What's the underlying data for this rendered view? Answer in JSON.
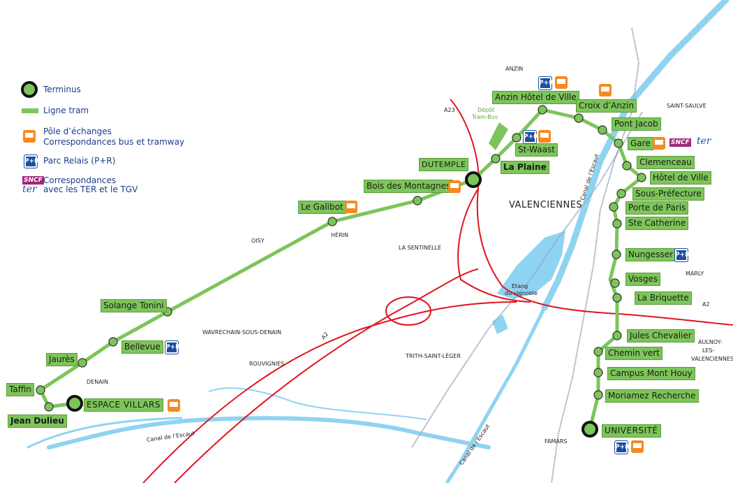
{
  "legend": {
    "terminus": "Terminus",
    "ligne_tram": "Ligne tram",
    "pole_title": "Pôle d’échanges",
    "pole_sub": "Correspondances bus et tramway",
    "parc_relais": "Parc Relais  (P+R)",
    "corr_title": "Correspondances",
    "corr_sub": "avec les TER et le TGV"
  },
  "logos": {
    "pr": "P+R",
    "sncf": "SNCF",
    "ter": "ter"
  },
  "colors": {
    "tram": "#7dc55a",
    "road": "#e0141e",
    "water": "#8fd3f2",
    "rail": "#9aa9bb",
    "legend_text": "#1c3a8c"
  },
  "stations": {
    "jean_dulieu": "Jean Dulieu",
    "espace_villars": "ESPACE VILLARS",
    "taffin": "Taffin",
    "jaures": "Jaurès",
    "bellevue": "Bellevue",
    "solange_tonini": "Solange Tonini",
    "le_galibot": "Le Galibot",
    "bois_des_montagnes": "Bois des Montagnes",
    "dutemple": "DUTEMPLE",
    "la_plaine": "La Plaine",
    "st_waast": "St-Waast",
    "anzin_hdv": "Anzin Hôtel de Ville",
    "croix_anzin": "Croix d’Anzin",
    "pont_jacob": "Pont Jacob",
    "gare": "Gare",
    "clemenceau": "Clemenceau",
    "hotel_de_ville": "Hôtel de Ville",
    "sous_prefecture": "Sous-Préfecture",
    "porte_de_paris": "Porte de Paris",
    "ste_catherine": "Ste Catherine",
    "nungesser": "Nungesser",
    "vosges": "Vosges",
    "la_briquette": "La Briquette",
    "jules_chevalier": "Jules Chevalier",
    "chemin_vert": "Chemin vert",
    "campus_mont_houy": "Campus Mont Houy",
    "moriamez": "Moriamez Recherche",
    "universite": "UNIVERSITÉ"
  },
  "places": {
    "anzin": "ANZIN",
    "saint_saulve": "SAINT-SAULVE",
    "valenciennes": "VALENCIENNES",
    "oisy": "OISY",
    "herin": "HÉRIN",
    "la_sentinelle": "LA SENTINELLE",
    "marly": "MARLY",
    "aulnoy1": "AULNOY-",
    "aulnoy2": "LES-",
    "aulnoy3": "VALENCIENNES",
    "wavrechain": "WAVRECHAIN-SOUS-DENAIN",
    "rouvignies": "ROUVIGNIES",
    "trith": "TRITH-SAINT-LÉGER",
    "denain": "DENAIN",
    "famars": "FAMARS"
  },
  "features": {
    "a23": "A23",
    "a2_west": "A2",
    "a2_east": "A2",
    "canal_sw": "Canal de l’Escaut",
    "canal_s": "Canal de l’Escaut",
    "canal_n": "Canal de l’Escaut",
    "etang1": "Etang",
    "etang2": "du vignoble",
    "depot1": "Dépôt",
    "depot2": "Tram-Bus"
  }
}
